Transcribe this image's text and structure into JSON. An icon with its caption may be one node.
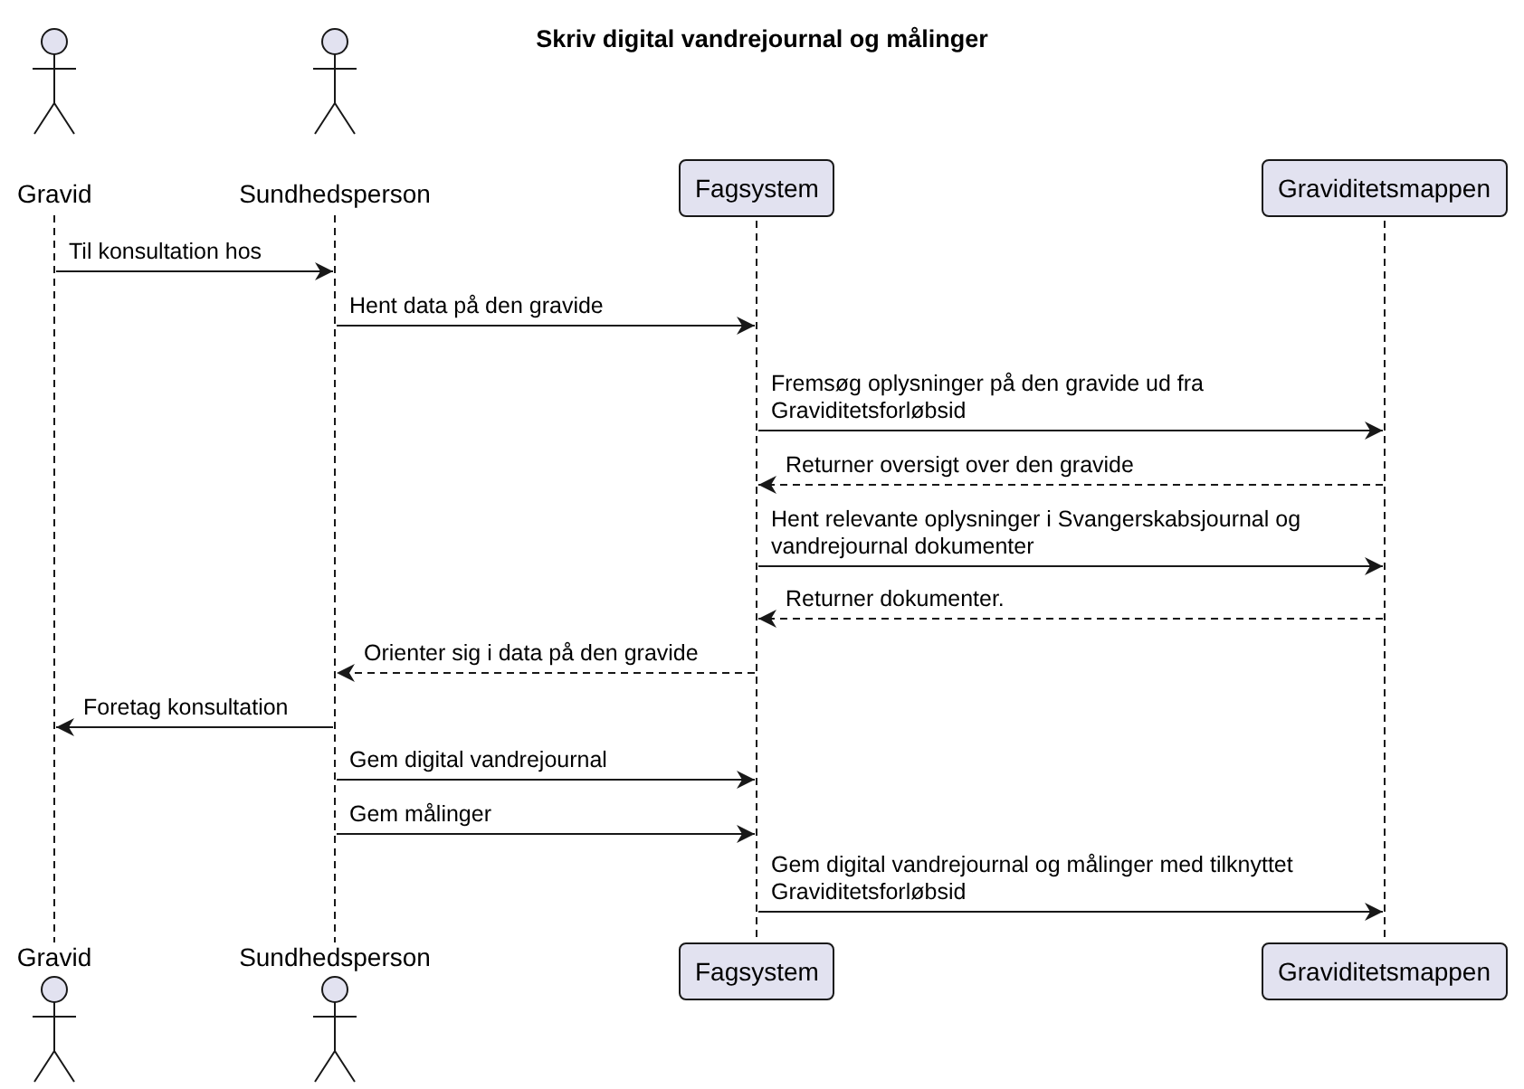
{
  "diagram": {
    "title": "Skriv digital vandrejournal og målinger",
    "nodes": [
      {
        "text": [
          "Gravid"
        ]
      },
      {
        "text": [
          "Sundhedsperson"
        ]
      },
      {
        "text": [
          "Fagsystem"
        ]
      },
      {
        "text": [
          "Graviditetsmappen"
        ]
      },
      {
        "text": [
          "Gravid"
        ]
      },
      {
        "text": [
          "Sundhedsperson"
        ]
      },
      {
        "text": [
          "Fagsystem"
        ]
      },
      {
        "text": [
          "Graviditetsmappen"
        ]
      }
    ],
    "edges": [
      {
        "from": 0,
        "to": 1,
        "arrow": "to",
        "label": "Til konsultation hos"
      },
      {
        "from": 1,
        "to": 2,
        "arrow": "to",
        "label": "Hent data på den gravide"
      },
      {
        "from": 2,
        "to": 3,
        "arrow": "to",
        "label": "Fremsøg oplysninger på den gravide ud fra Graviditetsforløbsid"
      },
      {
        "from": 3,
        "to": 2,
        "arrow": "to",
        "label": "Returner oversigt over den gravide",
        "style": "dashed"
      },
      {
        "from": 2,
        "to": 3,
        "arrow": "to",
        "label": "Hent relevante oplysninger i Svangerskabsjournal og vandrejournal dokumenter"
      },
      {
        "from": 3,
        "to": 2,
        "arrow": "to",
        "label": "Returner dokumenter.",
        "style": "dashed"
      },
      {
        "from": 2,
        "to": 1,
        "arrow": "to",
        "label": "Orienter sig i data på den gravide",
        "style": "dashed"
      },
      {
        "from": 1,
        "to": 0,
        "arrow": "to",
        "label": "Foretag konsultation"
      },
      {
        "from": 1,
        "to": 2,
        "arrow": "to",
        "label": "Gem digital vandrejournal"
      },
      {
        "from": 1,
        "to": 2,
        "arrow": "to",
        "label": "Gem målinger"
      },
      {
        "from": 2,
        "to": 3,
        "arrow": "to",
        "label": "Gem digital vandrejournal og målinger med tilknyttet Graviditetsforløbsid"
      }
    ]
  }
}
